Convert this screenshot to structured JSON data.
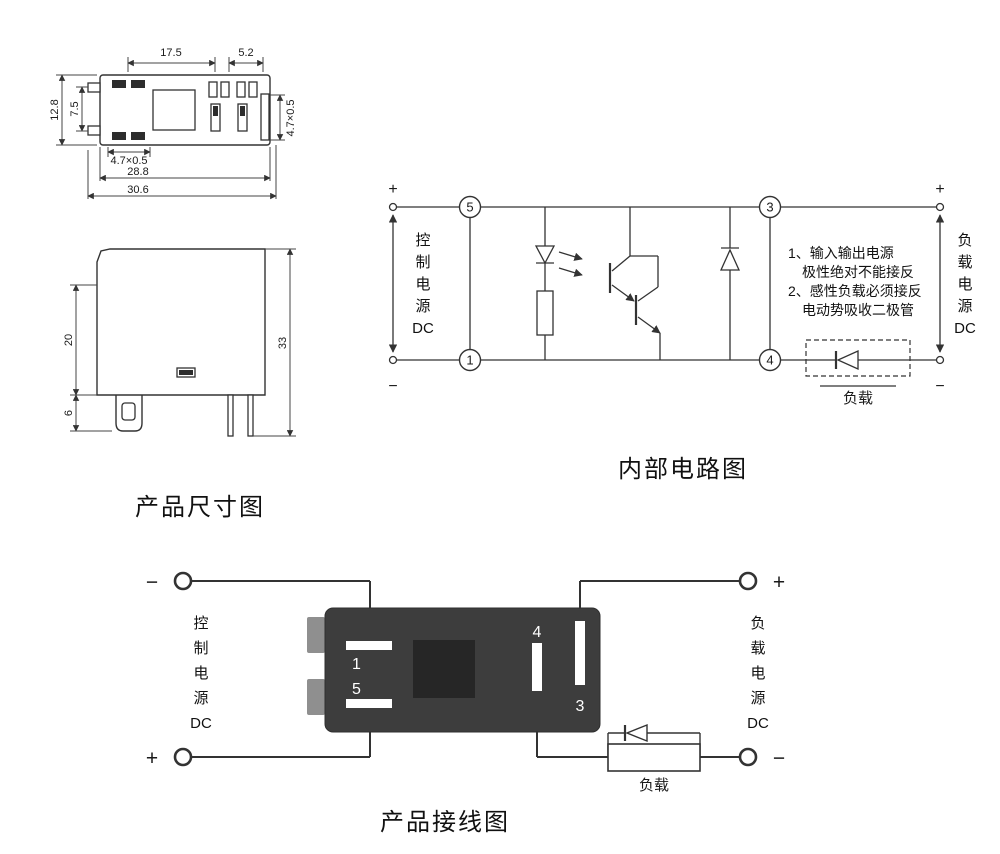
{
  "colors": {
    "background": "#ffffff",
    "line": "#333333",
    "relay_body": "#3d3d3d",
    "relay_tab": "#8f8f8f",
    "coil_window": "#262626",
    "pin_bar": "#ffffff"
  },
  "dimension_diagram": {
    "caption": "产品尺寸图",
    "top_view": {
      "width_upper_left": "17.5",
      "width_upper_right": "5.2",
      "height_left_outer": "12.8",
      "height_left_inner": "7.5",
      "slot_bottom": "4.7×0.5",
      "width_bottom_inner": "28.8",
      "width_bottom_outer": "30.6",
      "slot_right": "4.7×0.5"
    },
    "side_view": {
      "height_body": "20",
      "height_clip": "6",
      "height_total": "33"
    }
  },
  "internal_circuit": {
    "caption": "内部电路图",
    "polarity": {
      "left_top": "+",
      "left_bottom": "−",
      "right_top": "+",
      "right_bottom": "−"
    },
    "control_label_lines": [
      "控",
      "制",
      "电",
      "源",
      "DC"
    ],
    "load_power_label_lines": [
      "负",
      "载",
      "电",
      "源",
      "DC"
    ],
    "terminals": {
      "t5": "5",
      "t1": "1",
      "t3": "3",
      "t4": "4"
    },
    "notes_lines": [
      "1、输入输出电源",
      "　极性绝对不能接反",
      "2、感性负载必须接反",
      "　电动势吸收二极管"
    ],
    "load_label": "负载"
  },
  "wiring_diagram": {
    "caption": "产品接线图",
    "polarity": {
      "left_top": "−",
      "left_bottom": "+",
      "right_top": "+",
      "right_bottom": "−"
    },
    "control_label_lines": [
      "控",
      "制",
      "电",
      "源",
      "DC"
    ],
    "load_power_label_lines": [
      "负",
      "载",
      "电",
      "源",
      "DC"
    ],
    "pins": {
      "p1": "1",
      "p5": "5",
      "p4": "4",
      "p3": "3"
    },
    "load_label": "负载"
  }
}
